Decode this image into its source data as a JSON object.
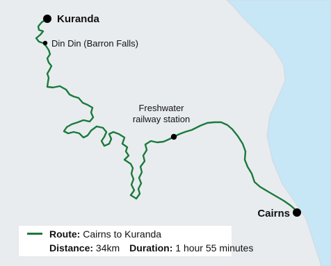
{
  "colors": {
    "land": "#e9ecef",
    "sea": "#c7e6f6",
    "route": "#1a7a3c",
    "coast_border": "#d3d8dc",
    "dot": "#000000"
  },
  "places": {
    "kuranda": "Kuranda",
    "din_din": "Din Din (Barron Falls)",
    "freshwater_line1": "Freshwater",
    "freshwater_line2": "railway station",
    "cairns": "Cairns"
  },
  "legend": {
    "route_label": "Route:",
    "route_value": "Cairns to Kuranda",
    "distance_label": "Distance:",
    "distance_value": "34km",
    "duration_label": "Duration:",
    "duration_value": "1 hour 55 minutes"
  }
}
